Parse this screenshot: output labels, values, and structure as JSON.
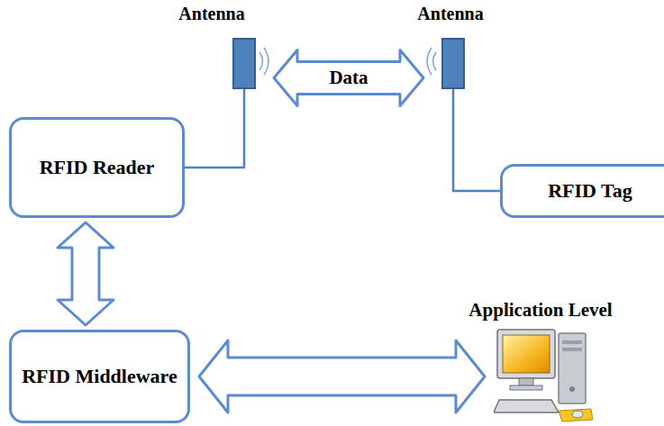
{
  "diagram": {
    "nodes": [
      {
        "text": [
          "Antenna"
        ]
      },
      {
        "text": [
          "Antenna"
        ]
      },
      {
        "text": [
          "RFID Reader"
        ]
      },
      {
        "text": [
          "RFID Tag"
        ]
      },
      {
        "text": [
          "RFID Middleware"
        ]
      },
      {
        "text": [
          "Application Level"
        ]
      }
    ],
    "edges": [
      {
        "from": 0,
        "to": 1,
        "label": "Data",
        "arrow": "both"
      },
      {
        "from": 2,
        "to": 0,
        "arrow": "none"
      },
      {
        "from": 3,
        "to": 1,
        "arrow": "none"
      },
      {
        "from": 2,
        "to": 4,
        "arrow": "both"
      },
      {
        "from": 4,
        "to": 5,
        "arrow": "both"
      }
    ]
  }
}
